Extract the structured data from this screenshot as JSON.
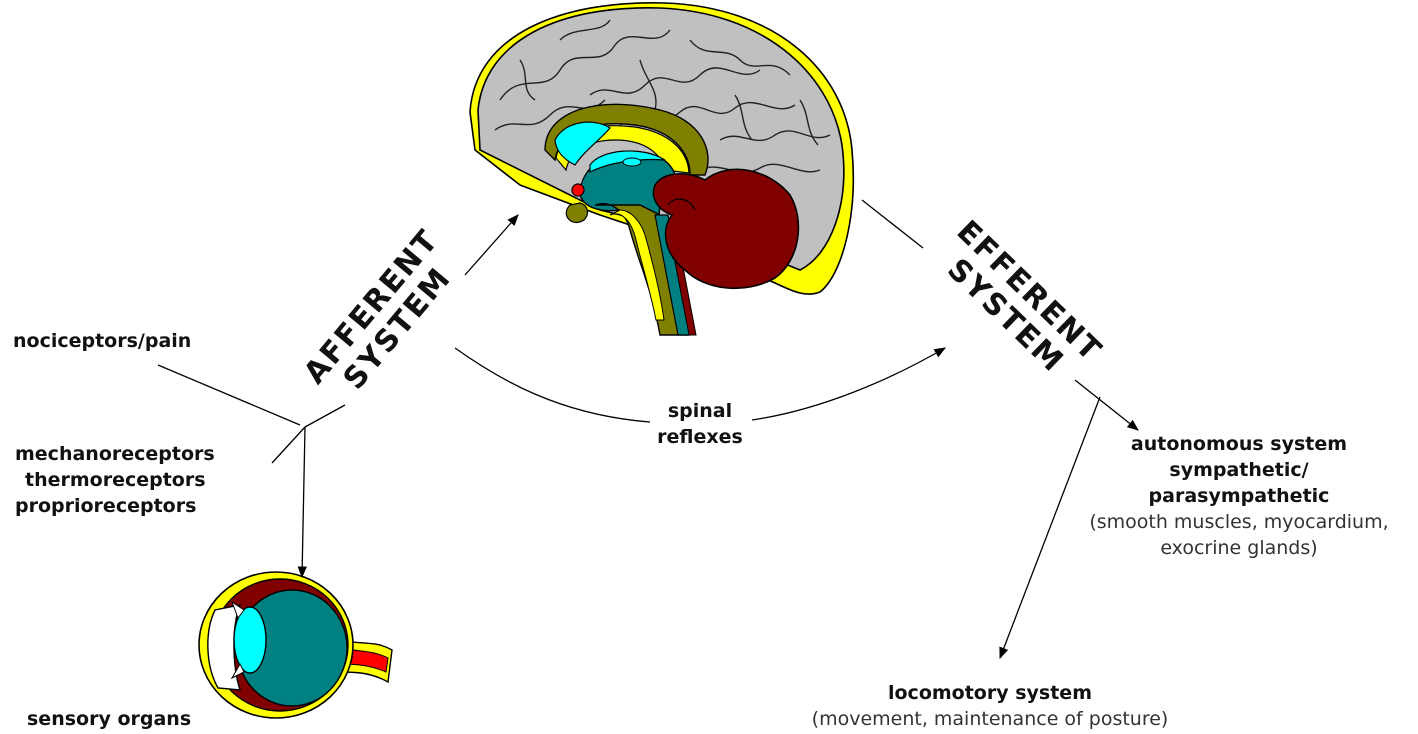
{
  "labels": {
    "afferent_line1": "AFFERENT",
    "afferent_line2": "SYSTEM",
    "efferent_line1": "EFFERENT",
    "efferent_line2": "SYSTEM",
    "nociceptors": "nociceptors/pain",
    "mechano": "mechanoreceptors",
    "thermo": "thermoreceptors",
    "proprio": "proprioreceptors",
    "sensory_organs": "sensory organs",
    "spinal_line1": "spinal",
    "spinal_line2": "reflexes",
    "autonomous_line1": "autonomous system",
    "autonomous_line2": "sympathetic/",
    "autonomous_line3": "parasympathetic",
    "autonomous_detail1": "(smooth muscles, myocardium,",
    "autonomous_detail2": "exocrine glands)",
    "locomotory": "locomotory system",
    "locomotory_detail": "(movement, maintenance of posture)"
  },
  "colors": {
    "cortex": "#c0c0c0",
    "cerebellum": "#800000",
    "brainstem": "#808000",
    "ventricle": "#008080",
    "cyan": "#00ffff",
    "yellow": "#ffff00",
    "eye_body": "#008080"
  }
}
